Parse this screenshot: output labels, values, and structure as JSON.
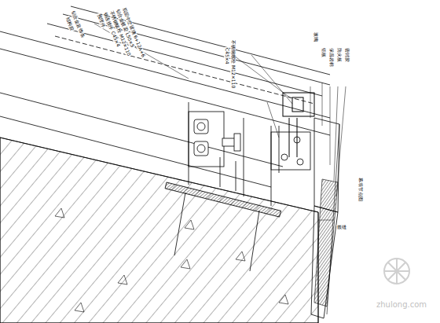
{
  "diagram": {
    "caption": "幕墙节点图",
    "labels": [
      "铝合金装饰条",
      "结构胶",
      "双层中空玻璃 6+12A+6",
      "铝合金横梁 L50×5",
      "不锈钢螺栓 M12×110",
      "钢连接件 C45×4",
      "预埋件",
      "不锈钢螺栓 M12×110",
      "C45×4",
      "玻璃",
      "铝板",
      "保温岩棉",
      "防火板",
      "密封胶",
      "嵌缝",
      "zhulong.com"
    ]
  }
}
